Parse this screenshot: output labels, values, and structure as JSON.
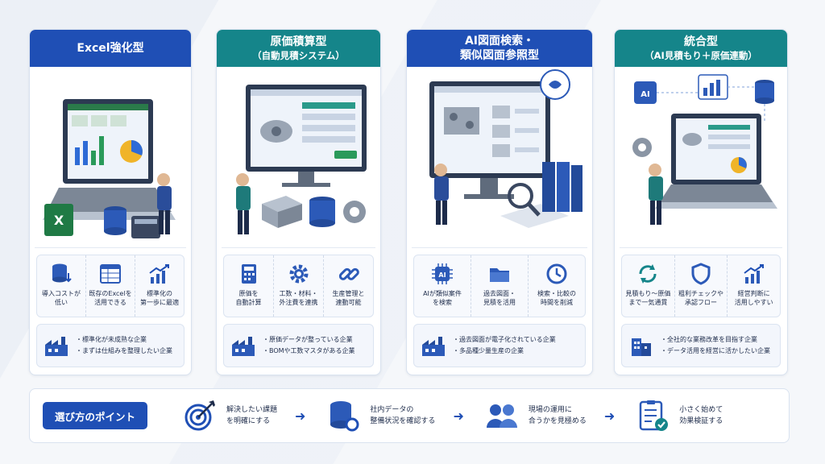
{
  "cards": [
    {
      "title": "Excel強化型",
      "subtitle": "",
      "features": [
        {
          "icon": "database-download-icon",
          "text": "導入コストが\n低い"
        },
        {
          "icon": "spreadsheet-icon",
          "text": "既存のExcelを\n活用できる"
        },
        {
          "icon": "growth-chart-icon",
          "text": "標準化の\n第一歩に最適"
        }
      ],
      "targets": [
        "標準化が未成熟な企業",
        "まずは仕組みを整理したい企業"
      ]
    },
    {
      "title": "原価積算型",
      "subtitle": "（自動見積システム）",
      "features": [
        {
          "icon": "calculator-icon",
          "text": "原価を\n自動計算"
        },
        {
          "icon": "gear-icon",
          "text": "工数・材料・\n外注費を連携"
        },
        {
          "icon": "link-icon",
          "text": "生産管理と\n連動可能"
        }
      ],
      "targets": [
        "原価データが整っている企業",
        "BOMや工数マスタがある企業"
      ]
    },
    {
      "title": "AI図面検索・",
      "subtitle": "類似図面参照型",
      "features": [
        {
          "icon": "ai-chip-icon",
          "text": "AIが類似案件\nを検索"
        },
        {
          "icon": "folder-icon",
          "text": "過去図面・\n見積を活用"
        },
        {
          "icon": "clock-icon",
          "text": "検索・比較の\n時間を削減"
        }
      ],
      "targets": [
        "過去図面が電子化されている企業",
        "多品種少量生産の企業"
      ]
    },
    {
      "title": "統合型",
      "subtitle": "（AI見積もり＋原価連動）",
      "features": [
        {
          "icon": "refresh-icon",
          "text": "見積もり〜原価\nまで一気通貫"
        },
        {
          "icon": "shield-icon",
          "text": "粗利チェックや\n承認フロー"
        },
        {
          "icon": "growth-chart-icon",
          "text": "経営判断に\n活用しやすい"
        }
      ],
      "targets": [
        "全社的な業務改革を目指す企業",
        "データ活用を経営に活かしたい企業"
      ]
    }
  ],
  "points": {
    "label": "選び方のポイント",
    "steps": [
      {
        "icon": "target-icon",
        "text": "解決したい課題\nを明確にする"
      },
      {
        "icon": "database-gear-icon",
        "text": "社内データの\n整備状況を確認する"
      },
      {
        "icon": "people-icon",
        "text": "現場の運用に\n合うかを見極める"
      },
      {
        "icon": "checklist-icon",
        "text": "小さく始めて\n効果検証する"
      }
    ]
  },
  "colors": {
    "blue": "#1f4fb5",
    "teal": "#15858a"
  }
}
